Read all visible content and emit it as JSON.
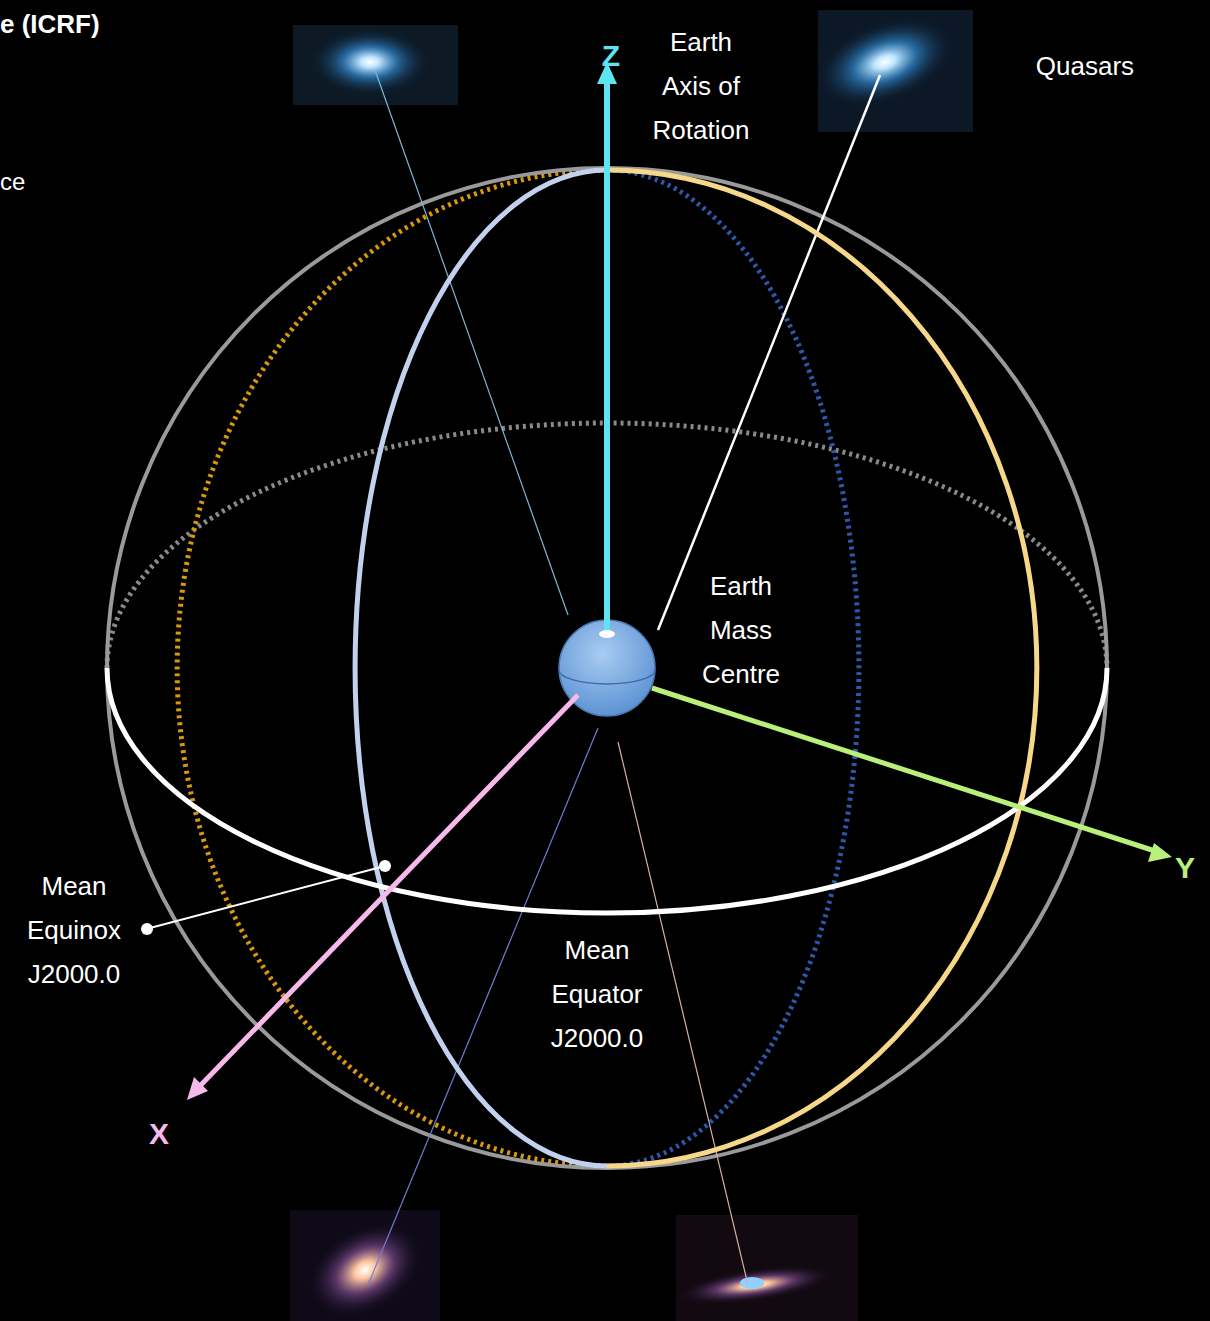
{
  "diagram": {
    "title": "e (ICRF)",
    "labels": [
      "ce",
      "Z",
      "Earth Axis of Rotation",
      "Quasars",
      "Earth Mass Centre",
      "Y",
      "X",
      "Mean Equinox J2000.0",
      "Mean Equator J2000.0"
    ]
  }
}
